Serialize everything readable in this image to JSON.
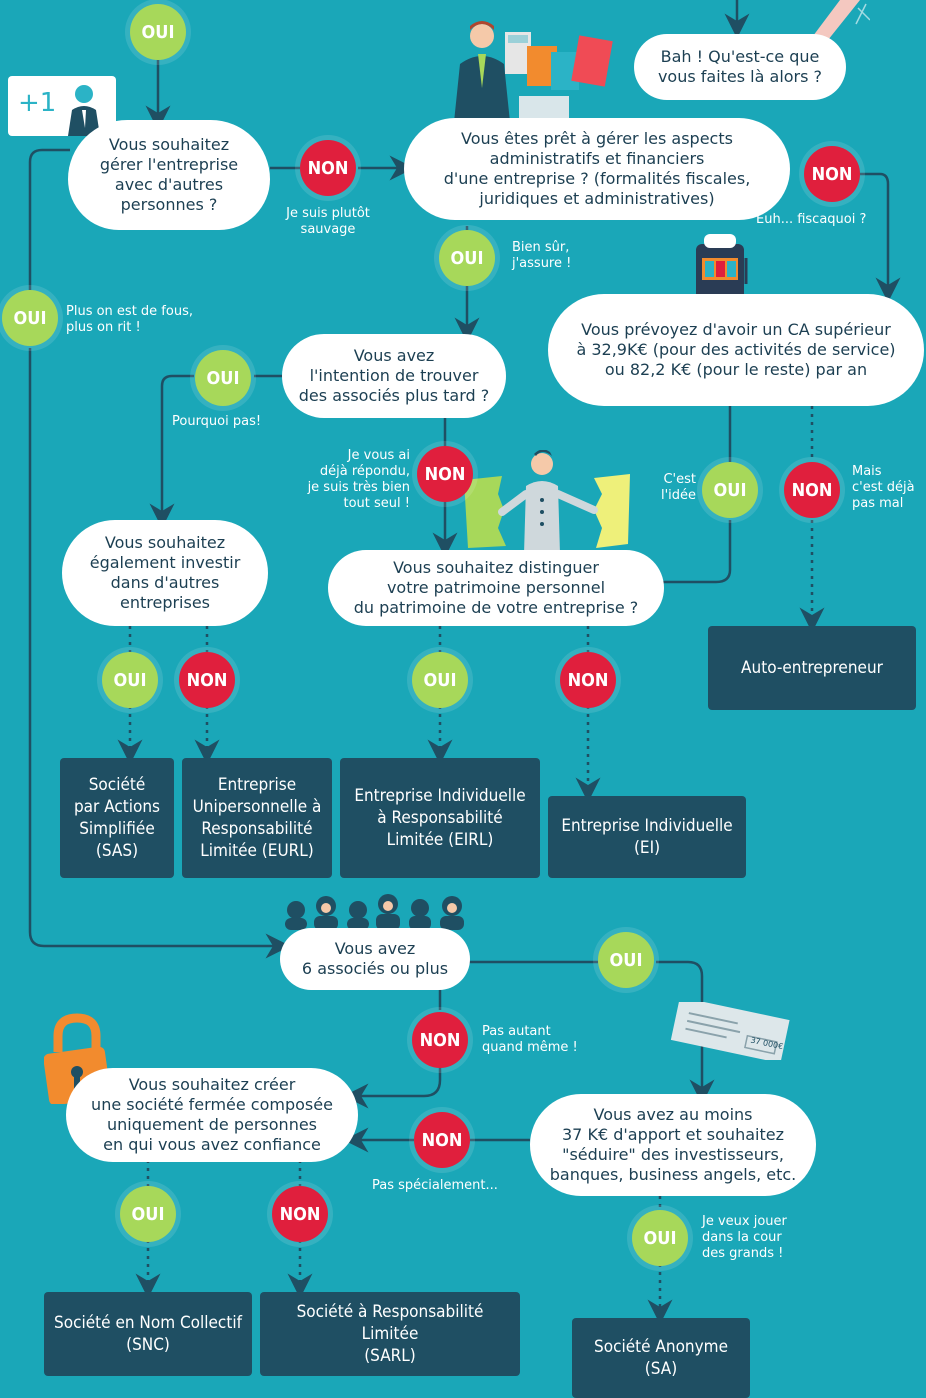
{
  "colors": {
    "background": "#1aa7b8",
    "oui": "#a7d85a",
    "non": "#e01f3d",
    "result_box": "#1f4f63",
    "bubble": "#ffffff",
    "bubble_text": "#1c3f52"
  },
  "badges": {
    "oui": "OUI",
    "non": "NON"
  },
  "questions": {
    "q_bah": "Bah ! Qu'est-ce que\nvous faites là alors ?",
    "q_gerer": "Vous souhaitez\ngérer l'entreprise\navec d'autres\npersonnes ?",
    "q_admin": "Vous êtes prêt à gérer les aspects\nadministratifs et financiers\nd'une entreprise ? (formalités fiscales,\njuridiques et administratives)",
    "q_ca": "Vous prévoyez d'avoir un CA supérieur\nà 32,9K€ (pour des activités de service)\nou 82,2 K€ (pour le reste) par an",
    "q_associes": "Vous avez\nl'intention de trouver\ndes associés plus tard ?",
    "q_investir": "Vous souhaitez\négalement investir\ndans d'autres\nentreprises",
    "q_patrimoine": "Vous souhaitez distinguer\nvotre patrimoine personnel\ndu patrimoine de votre entreprise ?",
    "q_6associes": "Vous avez\n6 associés ou plus",
    "q_fermee": "Vous souhaitez créer\nune société fermée composée\nuniquement de personnes\nen qui vous avez confiance",
    "q_37k": "Vous avez au moins\n37 K€ d'apport et souhaitez\n\"séduire\" des investisseurs,\nbanques, business angels, etc."
  },
  "notes": {
    "sauvage": "Je suis plutôt\nsauvage",
    "fiscaquoi": "Euh... fiscaquoi ?",
    "assure": "Bien sûr,\nj'assure !",
    "fous": "Plus on est de fous,\nplus on rit !",
    "pourquoi": "Pourquoi pas!",
    "repondu": "Je vous ai\ndéjà répondu,\nje suis très bien\ntout seul !",
    "idee": "C'est\nl'idée",
    "pasmal": "Mais\nc'est déjà\npas mal",
    "pasautant": "Pas autant\nquand même !",
    "passpecial": "Pas spécialement...",
    "grands": "Je veux jouer\ndans la cour\ndes grands !"
  },
  "results": {
    "auto": "Auto-entrepreneur",
    "sas": "Société\npar Actions\nSimplifiée\n(SAS)",
    "eurl": "Entreprise\nUnipersonnelle à\nResponsabilité\nLimitée (EURL)",
    "eirl": "Entreprise Individuelle\nà Responsabilité\nLimitée (EIRL)",
    "ei": "Entreprise Individuelle\n(EI)",
    "snc": "Société en Nom Collectif\n(SNC)",
    "sarl": "Société à Responsabilité Limitée\n(SARL)",
    "sa": "Société Anonyme\n(SA)"
  },
  "illustrations": {
    "plus_one": "+1",
    "cheque_amount": "37 000€",
    "icons": [
      "person-plus-icon",
      "businessman-icon",
      "calculator-icon",
      "slot-machine-icon",
      "jigsaw-person-icon",
      "crowd-icon",
      "padlock-icon",
      "cheque-icon"
    ]
  }
}
